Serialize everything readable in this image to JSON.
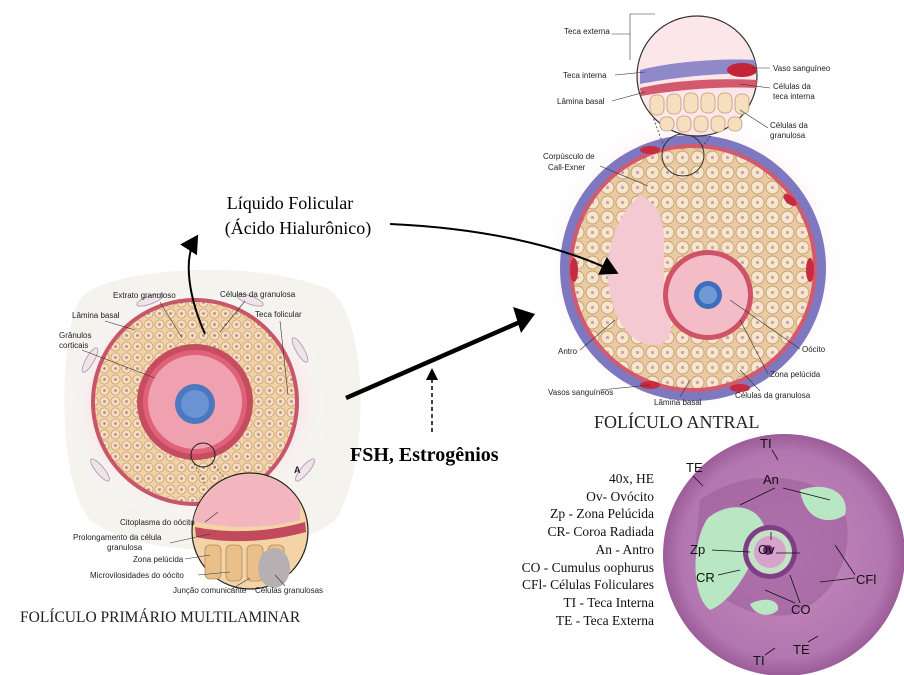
{
  "center": {
    "fluid_line1": "Líquido Folicular",
    "fluid_line2": "(Ácido Hialurônico)",
    "hormones": "FSH, Estrogênios"
  },
  "primary": {
    "caption": "FOLÍCULO PRIMÁRIO MULTILAMINAR",
    "panel": "A",
    "labels": {
      "extrato": "Extrato granuloso",
      "celulas_granulosa": "Células da granulosa",
      "lamina_basal": "Lâmina basal",
      "teca_folicular": "Teca folicular",
      "granulos_1": "Grânulos",
      "granulos_2": "corticais",
      "citoplasma": "Citoplasma do oócito",
      "prolongamento_1": "Prolongamento da célula",
      "prolongamento_2": "granulosa",
      "zona": "Zona pelúcida",
      "microvilosidades": "Microvilosidades do oócito",
      "juncao": "Junção comunicante",
      "celulas_granulosas": "Células granulosas"
    }
  },
  "antral": {
    "caption": "FOLÍCULO ANTRAL",
    "labels": {
      "teca_externa": "Teca externa",
      "teca_interna": "Teca interna",
      "lamina_basal": "Lâmina basal",
      "vaso": "Vaso sanguíneo",
      "celulas_teca_1": "Células da",
      "celulas_teca_2": "teca interna",
      "celulas_gran_1": "Células da",
      "celulas_gran_2": "granulosa",
      "corpusculo_1": "Corpúsculo de",
      "corpusculo_2": "Call-Exner",
      "antro": "Antro",
      "oocito": "Oócito",
      "zona": "Zona pelúcida",
      "vasos": "Vasos sanguíneos",
      "lamina_basal2": "Lâmina basal",
      "celulas_granulosa": "Células da granulosa"
    }
  },
  "micrograph": {
    "labels": {
      "ti_top": "TI",
      "te_top": "TE",
      "an": "An",
      "zp": "Zp",
      "ov": "Ov",
      "cr": "CR",
      "cfl": "CFl",
      "co": "CO",
      "te_bottom": "TE",
      "ti_bottom": "TI"
    }
  },
  "legend": [
    "40x, HE",
    "Ov- Ovócito",
    "Zp - Zona Pelúcida",
    "CR- Coroa Radiada",
    "An - Antro",
    "CO - Cumulus oophurus",
    "CFl- Células Foliculares",
    "TI - Teca Interna",
    "TE - Teca Externa"
  ]
}
